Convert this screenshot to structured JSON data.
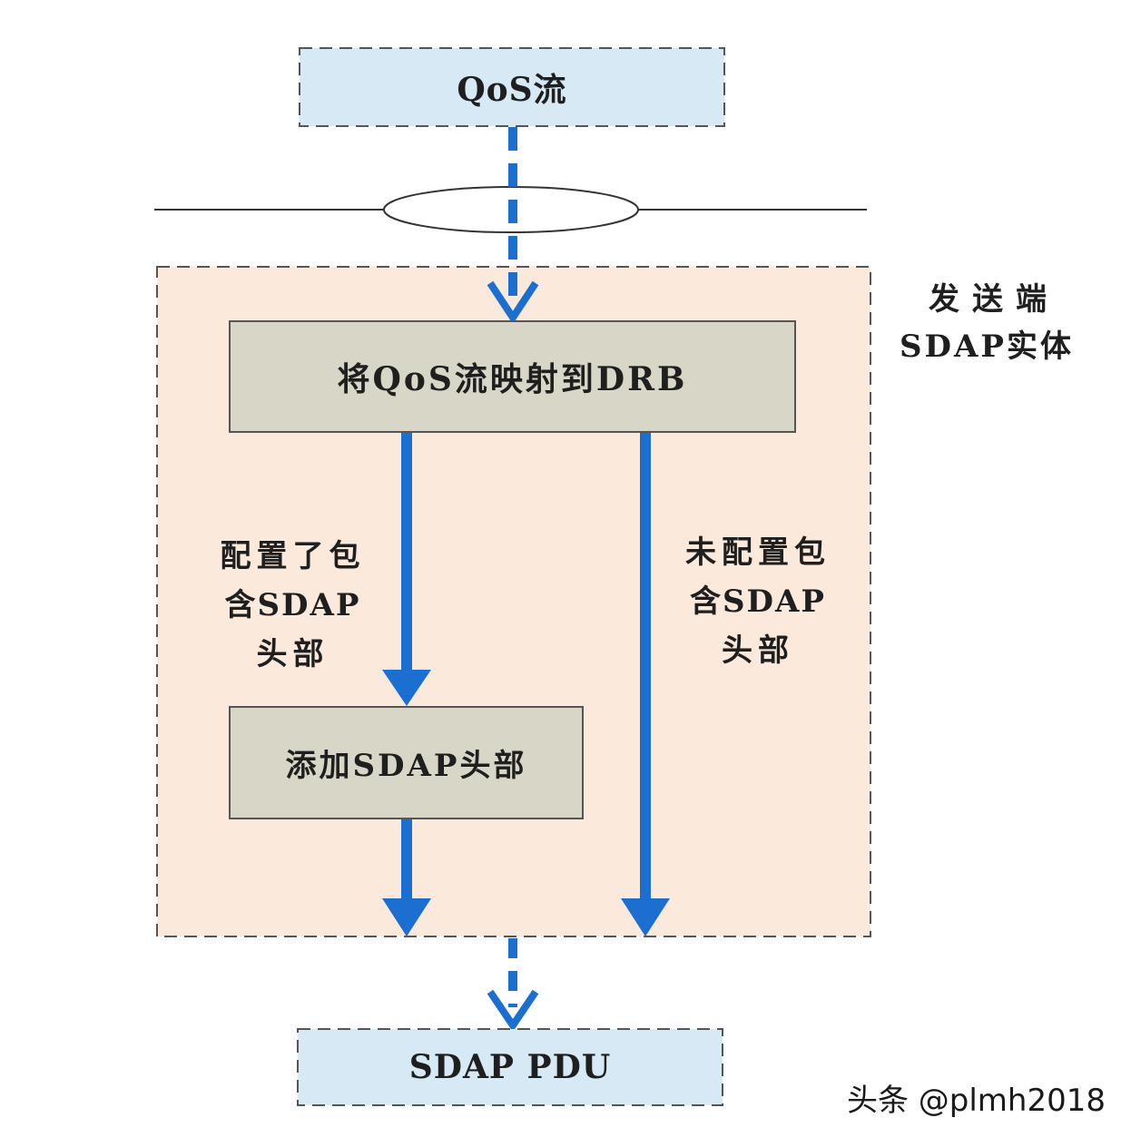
{
  "nodes": {
    "qos_flow": "QoS流",
    "map_to_drb": "将QoS流映射到DRB",
    "add_header": "添加SDAP头部",
    "sdap_pdu": "SDAP PDU"
  },
  "entity_label": {
    "line1": "发送端",
    "line2": "SDAP实体"
  },
  "edge_labels": {
    "configured": [
      "配置了包",
      "含SDAP",
      "头部"
    ],
    "not_configured": [
      "未配置包",
      "含SDAP",
      "头部"
    ]
  },
  "watermark": "头条 @plmh2018",
  "colors": {
    "light_blue_box": "#d6e9f5",
    "entity_bg": "#fbe9dc",
    "process_box": "#d8d6c6",
    "arrow_blue": "#1a6fd0"
  }
}
